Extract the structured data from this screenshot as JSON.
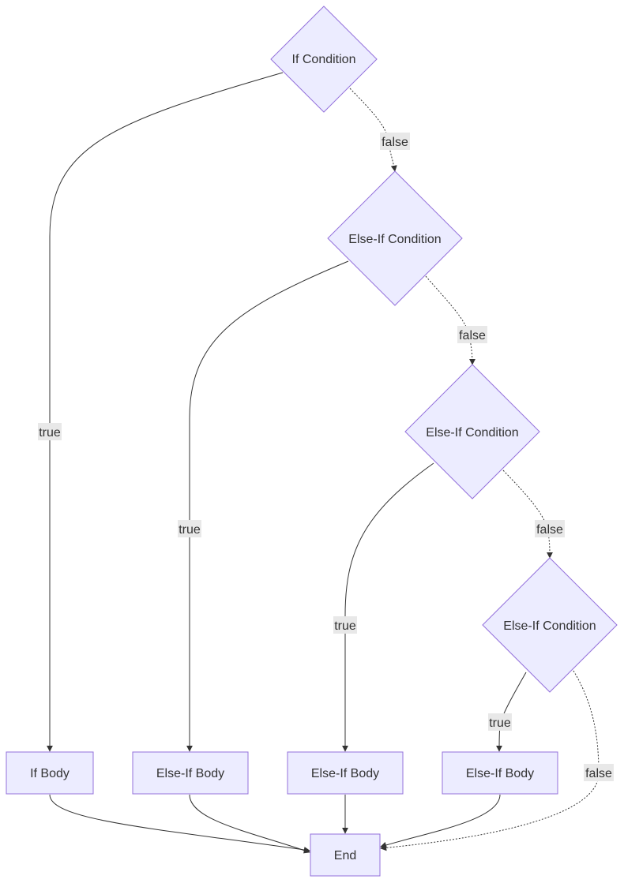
{
  "nodes": {
    "if_condition": "If Condition",
    "elseif_condition_1": "Else-If Condition",
    "elseif_condition_2": "Else-If Condition",
    "elseif_condition_3": "Else-If Condition",
    "if_body": "If Body",
    "elseif_body_1": "Else-If Body",
    "elseif_body_2": "Else-If Body",
    "elseif_body_3": "Else-If Body",
    "end": "End"
  },
  "edge_labels": {
    "if_true": "true",
    "if_false": "false",
    "elseif1_true": "true",
    "elseif1_false": "false",
    "elseif2_true": "true",
    "elseif2_false": "false",
    "elseif3_true": "true",
    "elseif3_false": "false"
  },
  "colors": {
    "node_fill": "#ececff",
    "node_stroke": "#9370db",
    "edge": "#333333",
    "label_bg": "#e8e8e8"
  }
}
